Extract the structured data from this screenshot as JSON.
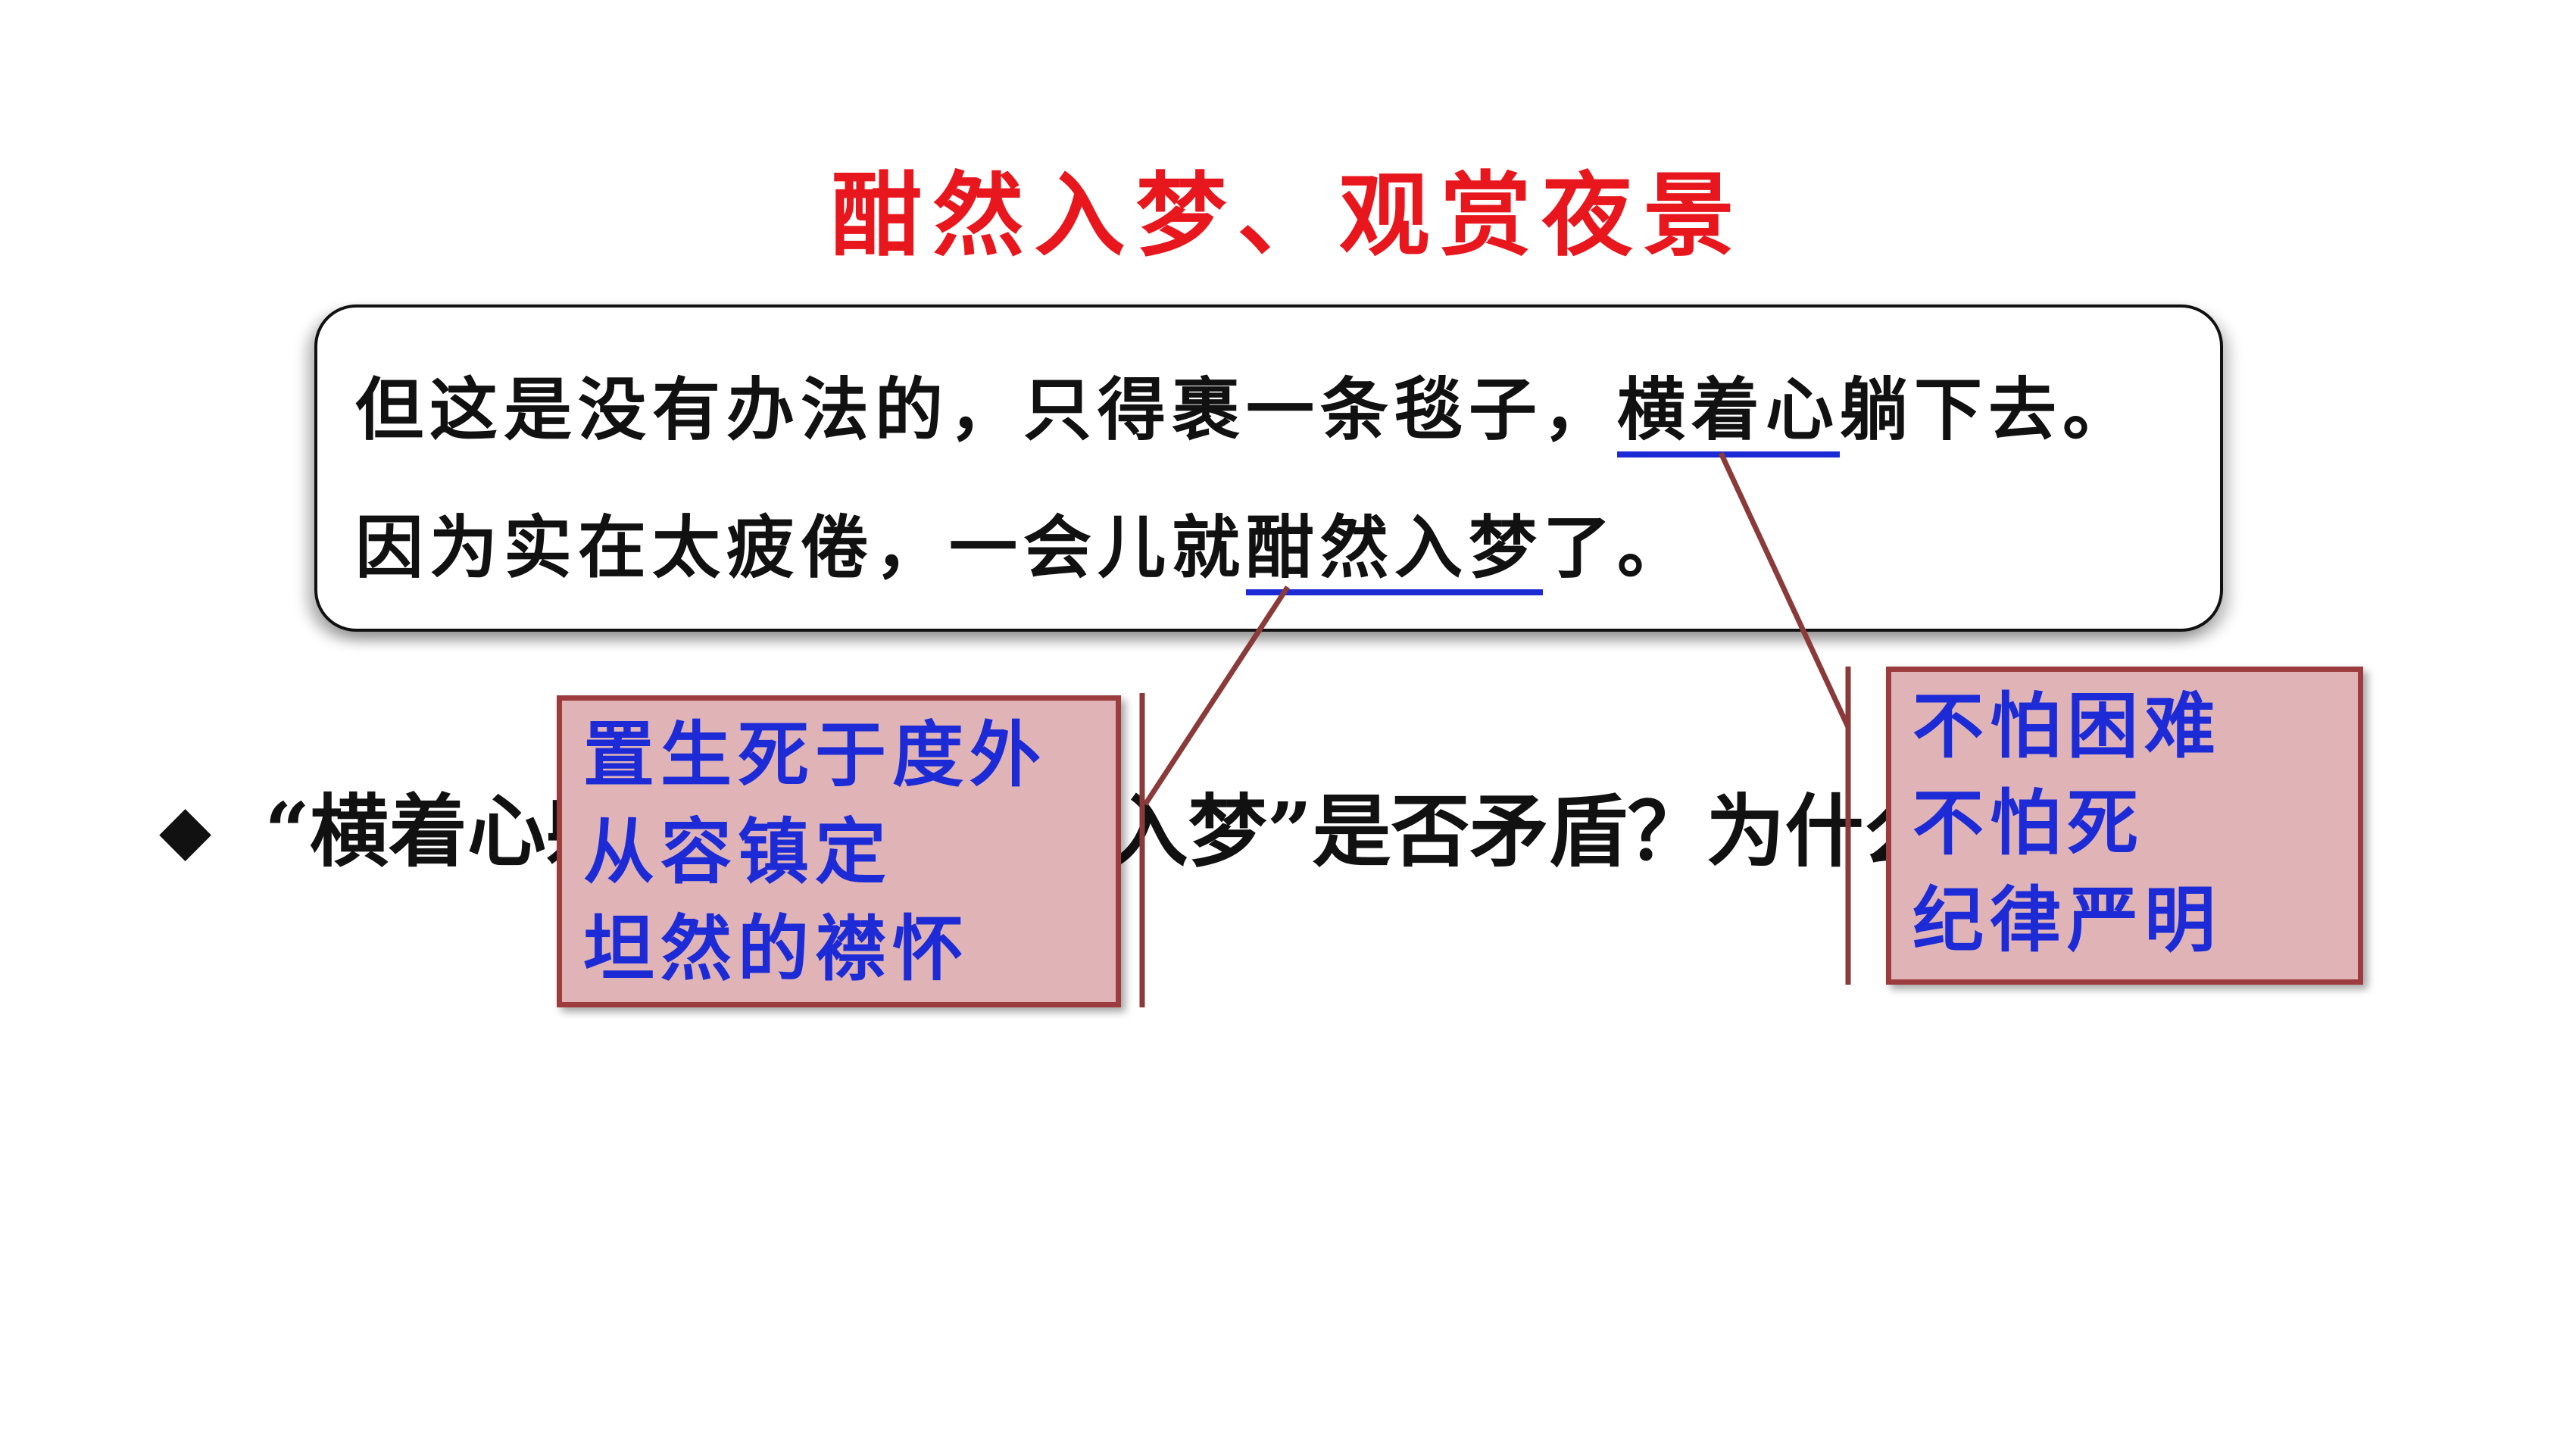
{
  "title": "酣然入梦、观赏夜景",
  "quote": {
    "line1": {
      "before": "但这是没有办法的，只得裹一条毯子，",
      "underlined": "横着心",
      "after": "躺下去。"
    },
    "line2": {
      "before": "因为实在太疲倦，一会儿就",
      "underlined": "酣然入梦",
      "after": "了。"
    }
  },
  "question": {
    "bullet": "◆",
    "text": "“横着心躺下去”与“酣然入梦”是否矛盾？为什么？"
  },
  "callouts": {
    "left": [
      "置生死于度外",
      "从容镇定",
      "坦然的襟怀"
    ],
    "right": [
      "不怕困难",
      "不怕死",
      "纪律严明"
    ]
  },
  "colors": {
    "title": "#e8161d",
    "underline": "#1d2bd6",
    "callout_fill": "#e0b4b6",
    "callout_border": "#9c3c3e",
    "callout_text": "#1d2bd6"
  }
}
